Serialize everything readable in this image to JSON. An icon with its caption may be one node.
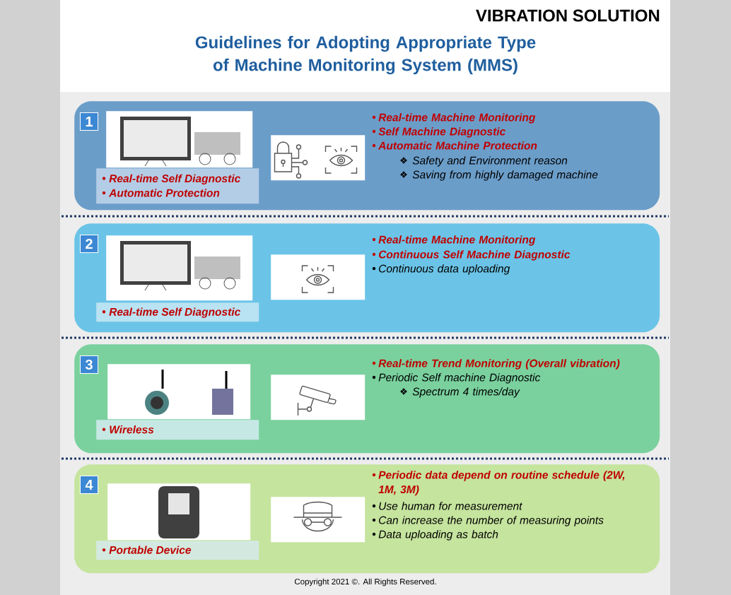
{
  "diagram": {
    "title": "Guidelines for Adopting Appropriate Type of Machine Monitoring System (MMS)",
    "nodes": [
      {
        "text": [
          "1",
          "Real-time Machine Monitoring",
          "Self Machine Diagnostic",
          "Automatic Machine Protection",
          "Safety and Environment reason",
          "Saving from highly damaged machine"
        ]
      },
      {
        "text": [],
        "shape": "picture",
        "in": 0
      },
      {
        "text": [
          "Real-time Self Diagnostic",
          "Automatic Protection"
        ],
        "in": 0
      },
      {
        "text": [],
        "shape": "picture",
        "in": 0
      },
      {
        "text": [
          "2",
          "Real-time Machine Monitoring",
          "Continuous Self Machine Diagnostic",
          "Continuous data uploading"
        ]
      },
      {
        "text": [],
        "shape": "picture",
        "in": 4
      },
      {
        "text": [
          "Real-time Self Diagnostic"
        ],
        "in": 4
      },
      {
        "text": [],
        "shape": "picture",
        "in": 4
      },
      {
        "text": [
          "3",
          "Real-time Trend Monitoring (Overall vibration)",
          "Periodic Self machine Diagnostic",
          "Spectrum 4 times/day"
        ]
      },
      {
        "text": [],
        "shape": "picture",
        "in": 8
      },
      {
        "text": [
          "Wireless"
        ],
        "in": 8
      },
      {
        "text": [],
        "shape": "picture",
        "in": 8
      },
      {
        "text": [
          "4",
          "Periodic data depend on routine schedule (2W, 1M, 3M)",
          "Use human for measurement",
          "Can increase the number of measuring points",
          "Data uploading as batch"
        ]
      },
      {
        "text": [],
        "shape": "picture",
        "in": 12
      },
      {
        "text": [
          "Portable Device"
        ],
        "in": 12
      },
      {
        "text": [],
        "shape": "picture",
        "in": 12
      }
    ],
    "labels": [
      "VIBRATION SOLUTION",
      "Copyright 2021 ©. All Rights Reserved."
    ]
  }
}
